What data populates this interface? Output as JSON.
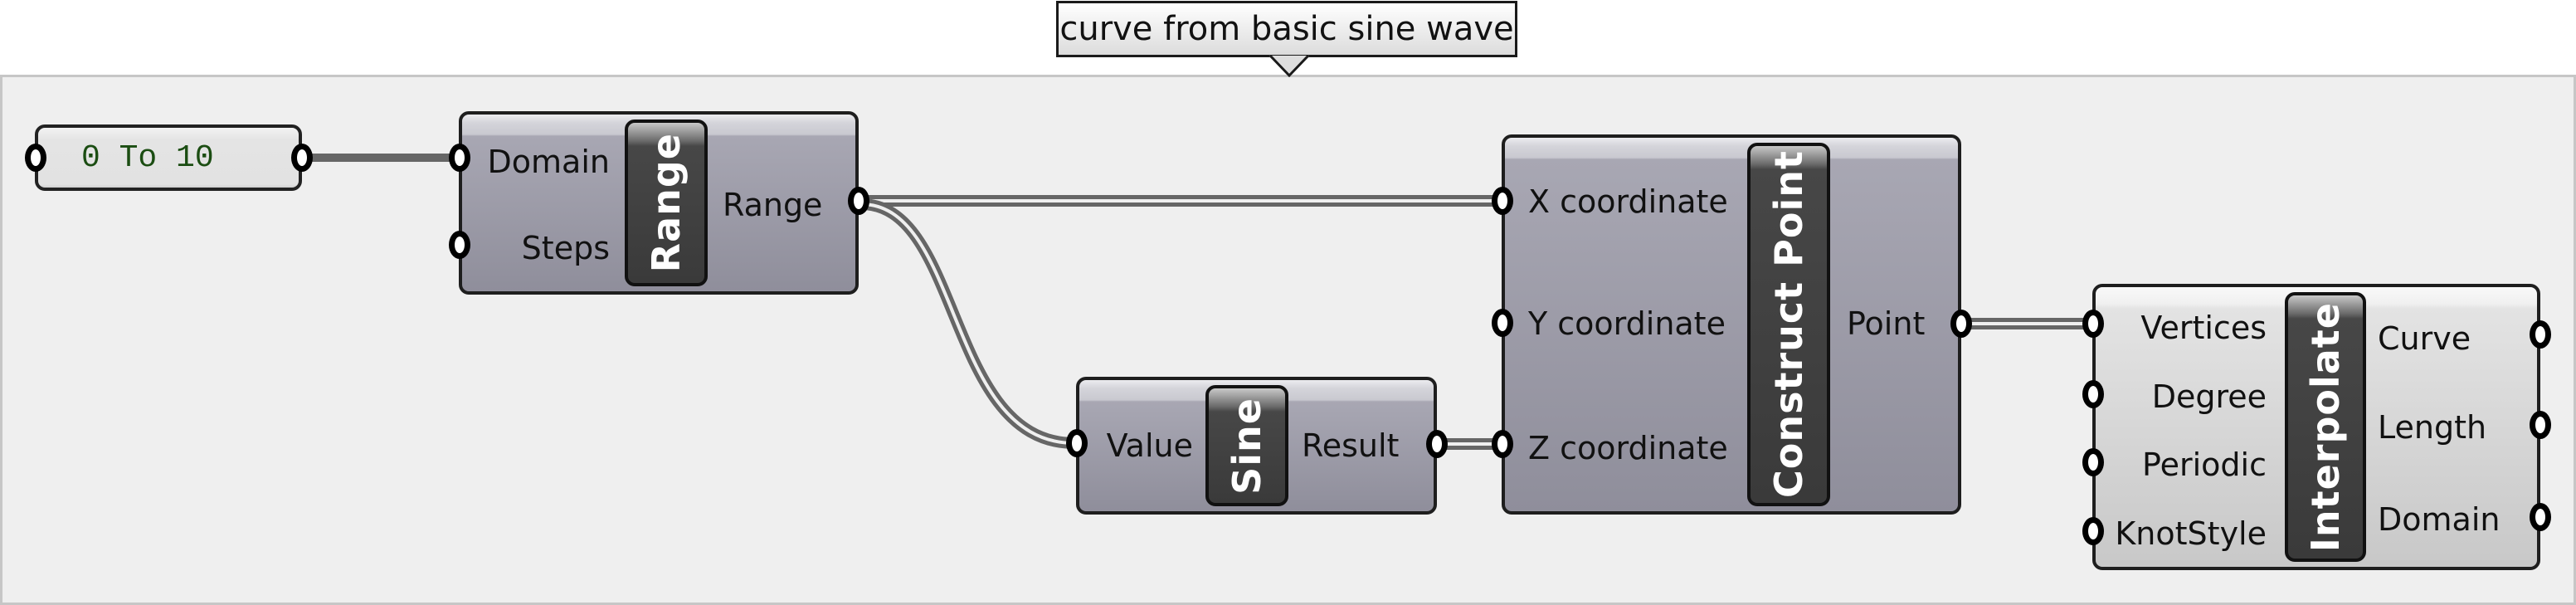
{
  "group": {
    "label": "curve from basic sine wave"
  },
  "panel": {
    "value": "0 To 10"
  },
  "components": {
    "range": {
      "name": "Range",
      "inputs": [
        "Domain",
        "Steps"
      ],
      "outputs": [
        "Range"
      ]
    },
    "sine": {
      "name": "Sine",
      "inputs": [
        "Value"
      ],
      "outputs": [
        "Result"
      ]
    },
    "construct_point": {
      "name": "Construct Point",
      "inputs": [
        "X coordinate",
        "Y coordinate",
        "Z coordinate"
      ],
      "outputs": [
        "Point"
      ]
    },
    "interpolate": {
      "name": "Interpolate",
      "inputs": [
        "Vertices",
        "Degree",
        "Periodic",
        "KnotStyle"
      ],
      "outputs": [
        "Curve",
        "Length",
        "Domain"
      ]
    }
  },
  "wires": [
    {
      "from": "panel.output",
      "to": "range.Domain",
      "type": "item"
    },
    {
      "from": "range.Range",
      "to": "construct_point.X coordinate",
      "type": "list"
    },
    {
      "from": "range.Range",
      "to": "sine.Value",
      "type": "list"
    },
    {
      "from": "sine.Result",
      "to": "construct_point.Z coordinate",
      "type": "list"
    },
    {
      "from": "construct_point.Point",
      "to": "interpolate.Vertices",
      "type": "list"
    }
  ],
  "colors": {
    "canvas": "#efefef",
    "component_body": "#a6a5b1",
    "component_light_body": "#e0e0e0",
    "wire": "#666666",
    "panel_text": "#1b4d12"
  }
}
